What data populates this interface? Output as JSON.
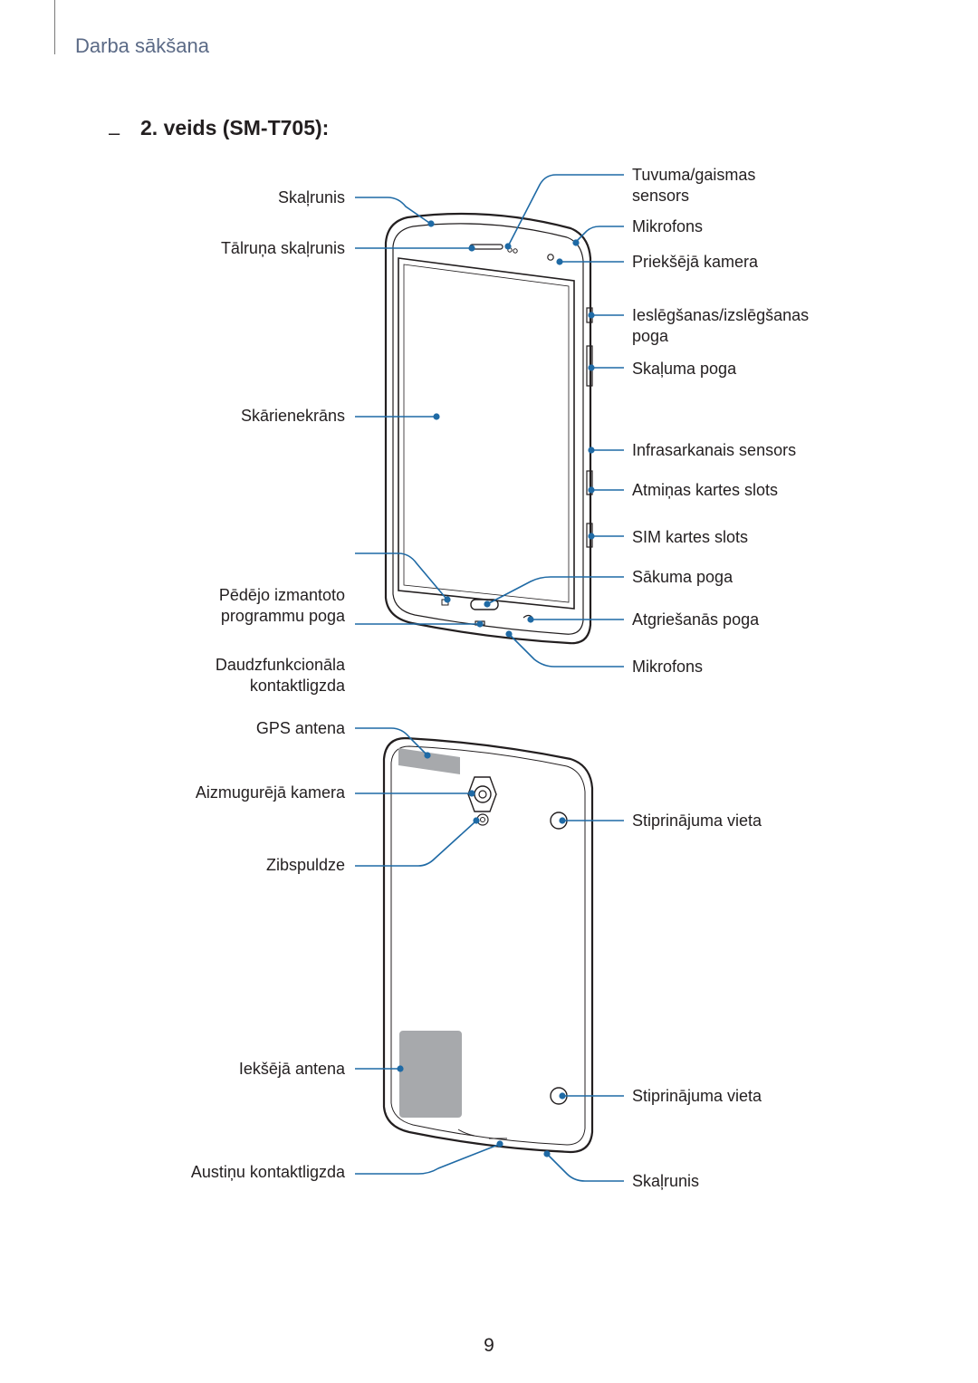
{
  "header": {
    "title": "Darba sākšana"
  },
  "section": {
    "dash": "–",
    "title": "2. veids (SM-T705):"
  },
  "front": {
    "left_labels": [
      {
        "id": "speaker-top",
        "text": "Skaļrunis"
      },
      {
        "id": "earpiece",
        "text": "Tālruņa skaļrunis"
      },
      {
        "id": "touchscreen",
        "text": "Skārienekrāns"
      },
      {
        "id": "recent-apps",
        "text": "Pēdējo izmantoto\nprogrammu poga"
      },
      {
        "id": "multipurpose-jack",
        "text": "Daudzfunkcionāla\nkontaktligzda"
      }
    ],
    "right_labels": [
      {
        "id": "proximity-sensor",
        "text": "Tuvuma/gaismas\nsensors"
      },
      {
        "id": "mic-top",
        "text": "Mikrofons"
      },
      {
        "id": "front-camera",
        "text": "Priekšējā kamera"
      },
      {
        "id": "power-button",
        "text": "Ieslēgšanas/izslēgšanas\npoga"
      },
      {
        "id": "volume-button",
        "text": "Skaļuma poga"
      },
      {
        "id": "ir-sensor",
        "text": "Infrasarkanais sensors"
      },
      {
        "id": "memory-slot",
        "text": "Atmiņas kartes slots"
      },
      {
        "id": "sim-slot",
        "text": "SIM kartes slots"
      },
      {
        "id": "home-button",
        "text": "Sākuma poga"
      },
      {
        "id": "back-button",
        "text": "Atgriešanās poga"
      },
      {
        "id": "mic-bottom",
        "text": "Mikrofons"
      }
    ]
  },
  "back": {
    "left_labels": [
      {
        "id": "gps-antenna",
        "text": "GPS antena"
      },
      {
        "id": "rear-camera",
        "text": "Aizmugurējā kamera"
      },
      {
        "id": "flash",
        "text": "Zibspuldze"
      },
      {
        "id": "internal-antenna",
        "text": "Iekšējā antena"
      },
      {
        "id": "headset-jack",
        "text": "Austiņu kontaktligzda"
      }
    ],
    "right_labels": [
      {
        "id": "strap-hole-1",
        "text": "Stiprinājuma vieta"
      },
      {
        "id": "strap-hole-2",
        "text": "Stiprinājuma vieta"
      },
      {
        "id": "speaker-bottom",
        "text": "Skaļrunis"
      }
    ]
  },
  "page_number": "9",
  "colors": {
    "callout": "#1f6aa5",
    "header": "#5b6a86",
    "device_outline": "#231f20",
    "antenna": "#a7a9ac"
  }
}
